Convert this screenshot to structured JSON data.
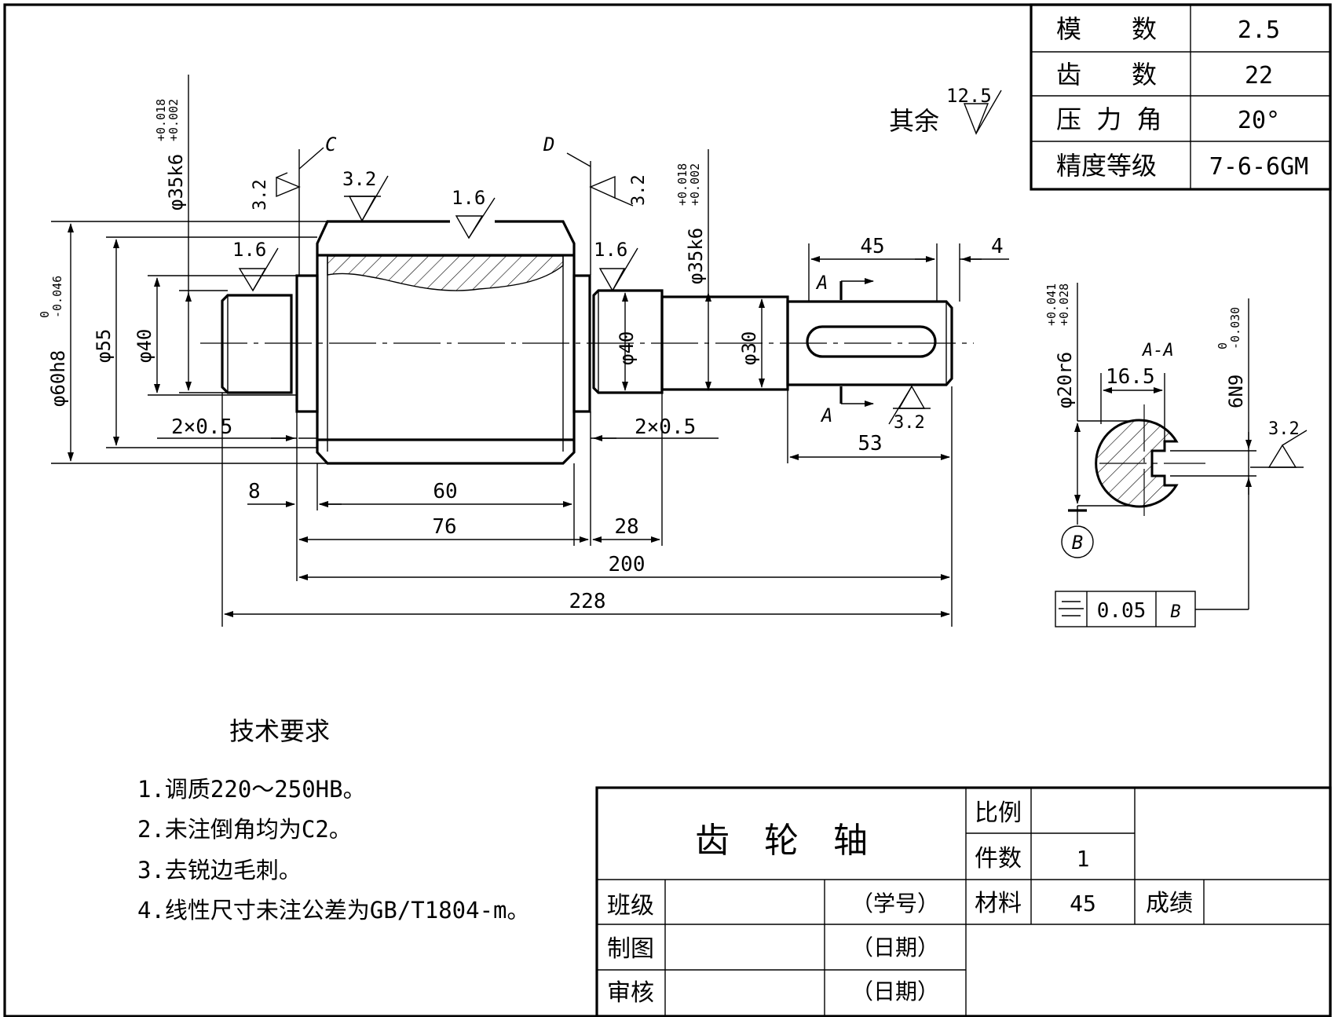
{
  "gear_params": {
    "rows": [
      {
        "label": "模　　数",
        "value": "2.5"
      },
      {
        "label": "齿　　数",
        "value": "22"
      },
      {
        "label": "压 力 角",
        "value": "20°"
      },
      {
        "label": "精度等级",
        "value": "7-6-6GM"
      }
    ]
  },
  "roughness_other": {
    "prefix": "其余",
    "value": "12.5"
  },
  "roughness": {
    "ra_3_2": "3.2",
    "ra_1_6": "1.6"
  },
  "diameters": {
    "d35_left": "φ35k6",
    "d35_tol_upper": "+0.018",
    "d35_tol_lower": "+0.002",
    "d35_right": "φ35k6",
    "d60": "φ60h8",
    "d60_tol_upper": "0",
    "d60_tol_lower": "-0.046",
    "d55": "φ55",
    "d40_left": "φ40",
    "d40_right": "φ40",
    "d30": "φ30",
    "d20": "φ20r6",
    "d20_tol_upper": "+0.041",
    "d20_tol_lower": "+0.028"
  },
  "section_labels": {
    "c": "C",
    "d": "D",
    "a_top": "A",
    "a_bottom": "A",
    "aa": "A-A",
    "datum": "B"
  },
  "dims": {
    "chamfer_left": "2×0.5",
    "chamfer_right": "2×0.5",
    "d8": "8",
    "d60len": "60",
    "d76": "76",
    "d28": "28",
    "d200": "200",
    "d228": "228",
    "d45": "45",
    "d4": "4",
    "d53": "53",
    "d16_5": "16.5",
    "keyway": "6N9",
    "keyway_tol_upper": "0",
    "keyway_tol_lower": "-0.030"
  },
  "tolerance_frame": {
    "value": "0.05",
    "datum": "B"
  },
  "tech_requirements": {
    "title": "技术要求",
    "items": [
      "1.调质220～250HB。",
      "2.未注倒角均为C2。",
      "3.去锐边毛刺。",
      "4.线性尺寸未注公差为GB/T1804-m。"
    ]
  },
  "title_block": {
    "part_name": "齿　轮　轴",
    "scale_label": "比例",
    "scale_value": "",
    "quantity_label": "件数",
    "quantity_value": "1",
    "material_label": "材料",
    "material_value": "45",
    "grade_label": "成绩",
    "class_label": "班级",
    "student_no": "（学号）",
    "drawn_label": "制图",
    "date1": "（日期）",
    "checked_label": "审核",
    "date2": "（日期）"
  }
}
